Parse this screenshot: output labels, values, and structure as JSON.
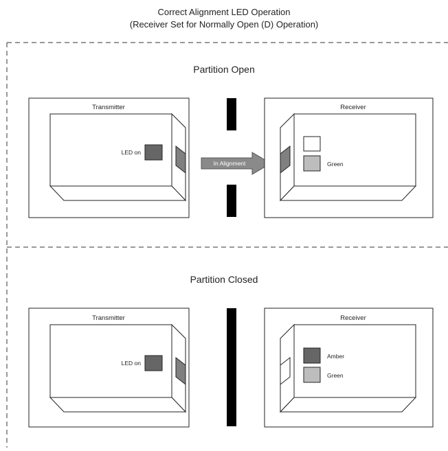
{
  "title": {
    "line1": "Correct Alignment LED Operation",
    "line2": "(Receiver Set for Normally Open (D) Operation)"
  },
  "open": {
    "heading": "Partition Open",
    "transmitter": {
      "label": "Transmitter",
      "led_label": "LED on",
      "led_color": "#666666"
    },
    "receiver": {
      "label": "Receiver",
      "leds": [
        {
          "label": "",
          "color": "#ffffff"
        },
        {
          "label": "Green",
          "color": "#bdbdbd"
        }
      ]
    },
    "beam_label": "In Alignment"
  },
  "closed": {
    "heading": "Partition Closed",
    "transmitter": {
      "label": "Transmitter",
      "led_label": "LED on",
      "led_color": "#666666"
    },
    "receiver": {
      "label": "Receiver",
      "leds": [
        {
          "label": "Amber",
          "color": "#666666"
        },
        {
          "label": "Green",
          "color": "#bdbdbd"
        }
      ]
    }
  },
  "colors": {
    "line": "#222222",
    "partition": "#000000",
    "lens_fill": "#808080",
    "arrow_fill": "#8a8a8a",
    "dash": "#333333"
  }
}
